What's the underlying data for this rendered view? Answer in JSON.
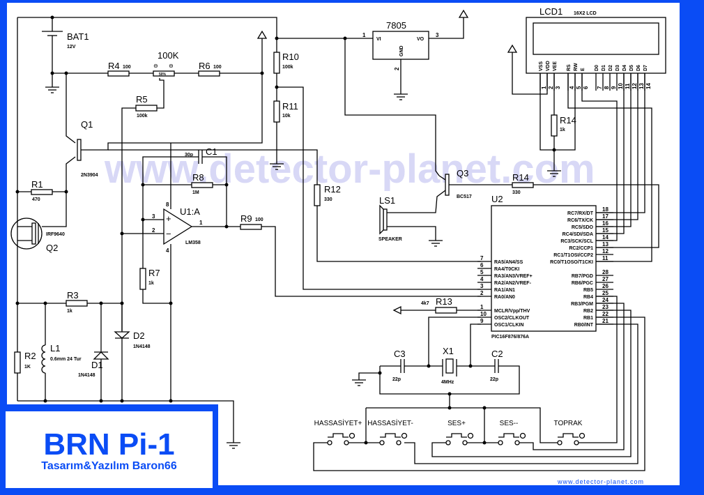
{
  "colors": {
    "frame": "#0a4cf5",
    "watermark": "#d8d8f6",
    "wire": "#000000"
  },
  "watermark": "www.detector-planet.com",
  "footer_link": "www.detector-planet.com",
  "title": {
    "main": "BRN Pi-1",
    "sub": "Tasarım&Yazılım Baron66"
  },
  "components": {
    "bat1": {
      "ref": "BAT1",
      "value": "12V"
    },
    "r4": {
      "ref": "R4",
      "value": "100"
    },
    "pot": {
      "ref": "100K",
      "value": "50%"
    },
    "r6": {
      "ref": "R6",
      "value": "100"
    },
    "r5": {
      "ref": "R5",
      "value": "100k"
    },
    "r10": {
      "ref": "R10",
      "value": "100k"
    },
    "r11": {
      "ref": "R11",
      "value": "10k"
    },
    "reg": {
      "ref": "7805",
      "vi": "VI",
      "vo": "VO",
      "gnd": "GND",
      "pin1": "1",
      "pin2": "2",
      "pin3": "3"
    },
    "q1": {
      "ref": "Q1",
      "value": "2N3904"
    },
    "q2": {
      "ref": "Q2",
      "value": "IRF9640"
    },
    "q3": {
      "ref": "Q3",
      "value": "BC517"
    },
    "r1": {
      "ref": "R1",
      "value": "470"
    },
    "c1": {
      "ref": "C1",
      "value": "30p"
    },
    "r8": {
      "ref": "R8",
      "value": "1M"
    },
    "u1": {
      "ref": "U1:A",
      "value": "LM358",
      "pin1": "1",
      "pin2": "2",
      "pin3": "3",
      "pin4": "4",
      "pin8": "8",
      "plus": "+",
      "minus": "−"
    },
    "r9": {
      "ref": "R9",
      "value": "100"
    },
    "r7": {
      "ref": "R7",
      "value": "1k"
    },
    "r3": {
      "ref": "R3",
      "value": "1k"
    },
    "r2": {
      "ref": "R2",
      "value": "1K"
    },
    "l1": {
      "ref": "L1",
      "value": "0.6mm 24 Tur"
    },
    "d1": {
      "ref": "D1",
      "value": "1N4148"
    },
    "d2": {
      "ref": "D2",
      "value": "1N4148"
    },
    "r12": {
      "ref": "R12",
      "value": "330"
    },
    "ls1": {
      "ref": "LS1",
      "value": "SPEAKER"
    },
    "r14": {
      "ref": "R14",
      "value": "330"
    },
    "r14lcd": {
      "ref": "R14",
      "value": "1k"
    },
    "r13": {
      "ref": "R13",
      "value": "4k7"
    },
    "c3": {
      "ref": "C3",
      "value": "22p"
    },
    "c2": {
      "ref": "C2",
      "value": "22p"
    },
    "x1": {
      "ref": "X1",
      "value": "4MHz"
    },
    "lcd": {
      "ref": "LCD1",
      "value": "16X2 LCD",
      "pins": [
        "VSS",
        "VDD",
        "VEE",
        "RS",
        "RW",
        "E",
        "D0",
        "D1",
        "D2",
        "D3",
        "D4",
        "D5",
        "D6",
        "D7"
      ],
      "nums": [
        "1",
        "2",
        "3",
        "4",
        "5",
        "6",
        "7",
        "8",
        "9",
        "10",
        "11",
        "12",
        "13",
        "14"
      ]
    },
    "u2": {
      "ref": "U2",
      "value": "PIC16F876/876A",
      "left": [
        {
          "num": "7",
          "name": "RA5/AN4/SS"
        },
        {
          "num": "6",
          "name": "RA4/T0CKI"
        },
        {
          "num": "5",
          "name": "RA3/AN3/VREF+"
        },
        {
          "num": "4",
          "name": "RA2/AN2/VREF-"
        },
        {
          "num": "3",
          "name": "RA1/AN1"
        },
        {
          "num": "2",
          "name": "RA0/AN0"
        },
        {
          "num": "1",
          "name": "MCLR/Vpp/THV"
        },
        {
          "num": "10",
          "name": "OSC2/CLKOUT"
        },
        {
          "num": "9",
          "name": "OSC1/CLKIN"
        }
      ],
      "right": [
        {
          "num": "18",
          "name": "RC7/RX/DT"
        },
        {
          "num": "17",
          "name": "RC6/TX/CK"
        },
        {
          "num": "16",
          "name": "RC5/SDO"
        },
        {
          "num": "15",
          "name": "RC4/SDI/SDA"
        },
        {
          "num": "14",
          "name": "RC3/SCK/SCL"
        },
        {
          "num": "13",
          "name": "RC2/CCP1"
        },
        {
          "num": "12",
          "name": "RC1/T1OSI/CCP2"
        },
        {
          "num": "11",
          "name": "RC0/T1OSO/T1CKI"
        },
        {
          "num": "28",
          "name": "RB7/PGD"
        },
        {
          "num": "27",
          "name": "RB6/PGC"
        },
        {
          "num": "26",
          "name": "RB5"
        },
        {
          "num": "25",
          "name": "RB4"
        },
        {
          "num": "24",
          "name": "RB3/PGM"
        },
        {
          "num": "23",
          "name": "RB2"
        },
        {
          "num": "22",
          "name": "RB1"
        },
        {
          "num": "21",
          "name": "RB0/INT"
        }
      ]
    }
  },
  "buttons": [
    {
      "label": "HASSASİYET+"
    },
    {
      "label": "HASSASİYET-"
    },
    {
      "label": "SES+"
    },
    {
      "label": "SES--"
    },
    {
      "label": "TOPRAK"
    }
  ]
}
